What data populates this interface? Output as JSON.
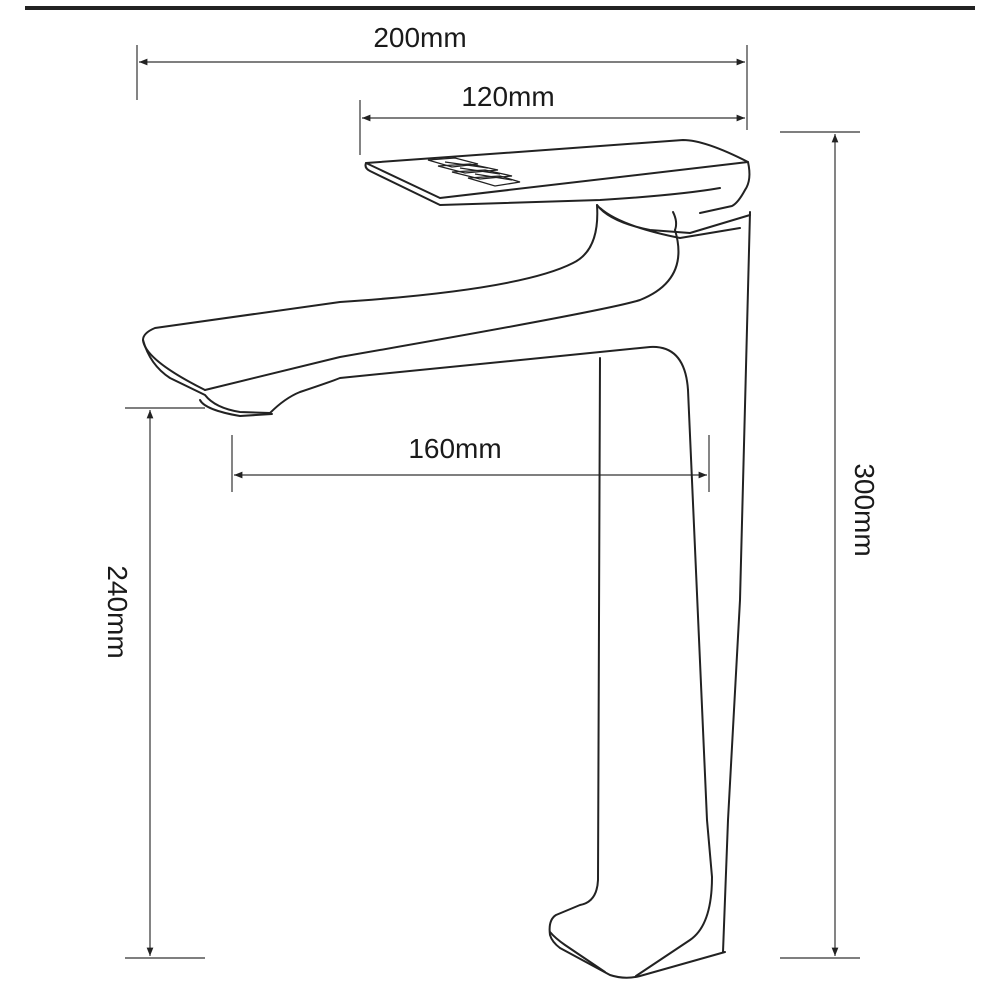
{
  "diagram": {
    "subject": "faucet",
    "line_color": "#222222",
    "dimensions": {
      "overall_width": "200mm",
      "handle_length": "120mm",
      "spout_reach": "160mm",
      "overall_height": "300mm",
      "spout_height": "240mm"
    }
  }
}
